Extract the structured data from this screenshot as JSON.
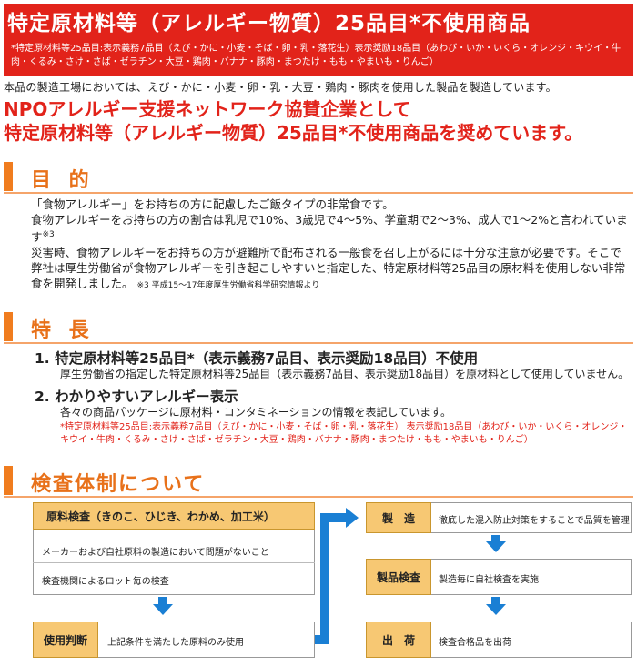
{
  "banner": {
    "title": "特定原材料等（アレルギー物質）25品目*不使用商品",
    "note": "*特定原材料等25品目:表示義務7品目（えび・かに・小麦・そば・卵・乳・落花生）表示奨励18品目（あわび・いか・いくら・オレンジ・キウイ・牛肉・くるみ・さけ・さば・ゼラチン・大豆・鶏肉・バナナ・豚肉・まつたけ・もも・やまいも・りんご）"
  },
  "factory_text": "本品の製造工場においては、えび・かに・小麦・卵・乳・大豆・鶏肉・豚肉を使用した製品を製造しています。",
  "npo": {
    "line1": "NPOアレルギー支援ネットワーク協賛企業として",
    "line2": "特定原材料等（アレルギー物質）25品目*不使用商品を奨めています。"
  },
  "purpose": {
    "title": "目 的",
    "p1": "「食物アレルギー」をお持ちの方に配慮したご飯タイプの非常食です。",
    "p2": "食物アレルギーをお持ちの方の割合は乳児で10%、3歳児で4～5%、学童期で2～3%、成人で1～2%と言われています",
    "p2_sup": "※3",
    "p3": "災害時、食物アレルギーをお持ちの方が避難所で配布される一般食を召し上がるには十分な注意が必要です。そこで弊社は厚生労働省が食物アレルギーを引き起こしやすいと指定した、特定原材料等25品目の原材料を使用しない非常食を開発しました。",
    "p3_note": "※3 平成15～17年度厚生労働省科学研究情報より"
  },
  "features": {
    "title": "特 長",
    "item1_head": "1. 特定原材料等25品目*（表示義務7品目、表示奨励18品目）不使用",
    "item1_body": "厚生労働省の指定した特定原材料等25品目（表示義務7品目、表示奨励18品目）を原材料として使用していません。",
    "item2_head": "2. わかりやすいアレルギー表示",
    "item2_body": "各々の商品パッケージに原材料・コンタミネーションの情報を表記しています。",
    "note": "*特定原材料等25品目:表示義務7品目（えび・かに・小麦・そば・卵・乳・落花生） 表示奨励18品目（あわび・いか・いくら・オレンジ・キウイ・牛肉・くるみ・さけ・さば・ゼラチン・大豆・鶏肉・バナナ・豚肉・まつたけ・もも・やまいも・りんご）"
  },
  "inspection": {
    "title": "検査体制について",
    "raw_label": "原料検査（きのこ、ひじき、わかめ、加工米）",
    "raw_item1": "メーカーおよび自社原料の製造において問題がないこと",
    "raw_item2": "検査機関によるロット毎の検査",
    "use_label": "使用判断",
    "use_text": "上記条件を満たした原料のみ使用",
    "mfg_label": "製　造",
    "mfg_text": "徹底した混入防止対策をすることで品質を管理",
    "prod_label": "製品検査",
    "prod_text": "製造毎に自社検査を実施",
    "ship_label": "出　荷",
    "ship_text": "検査合格品を出荷"
  },
  "colors": {
    "red": "#e2231a",
    "orange": "#f07c1e",
    "blue": "#1a7fd4",
    "label": "#f7c873"
  }
}
